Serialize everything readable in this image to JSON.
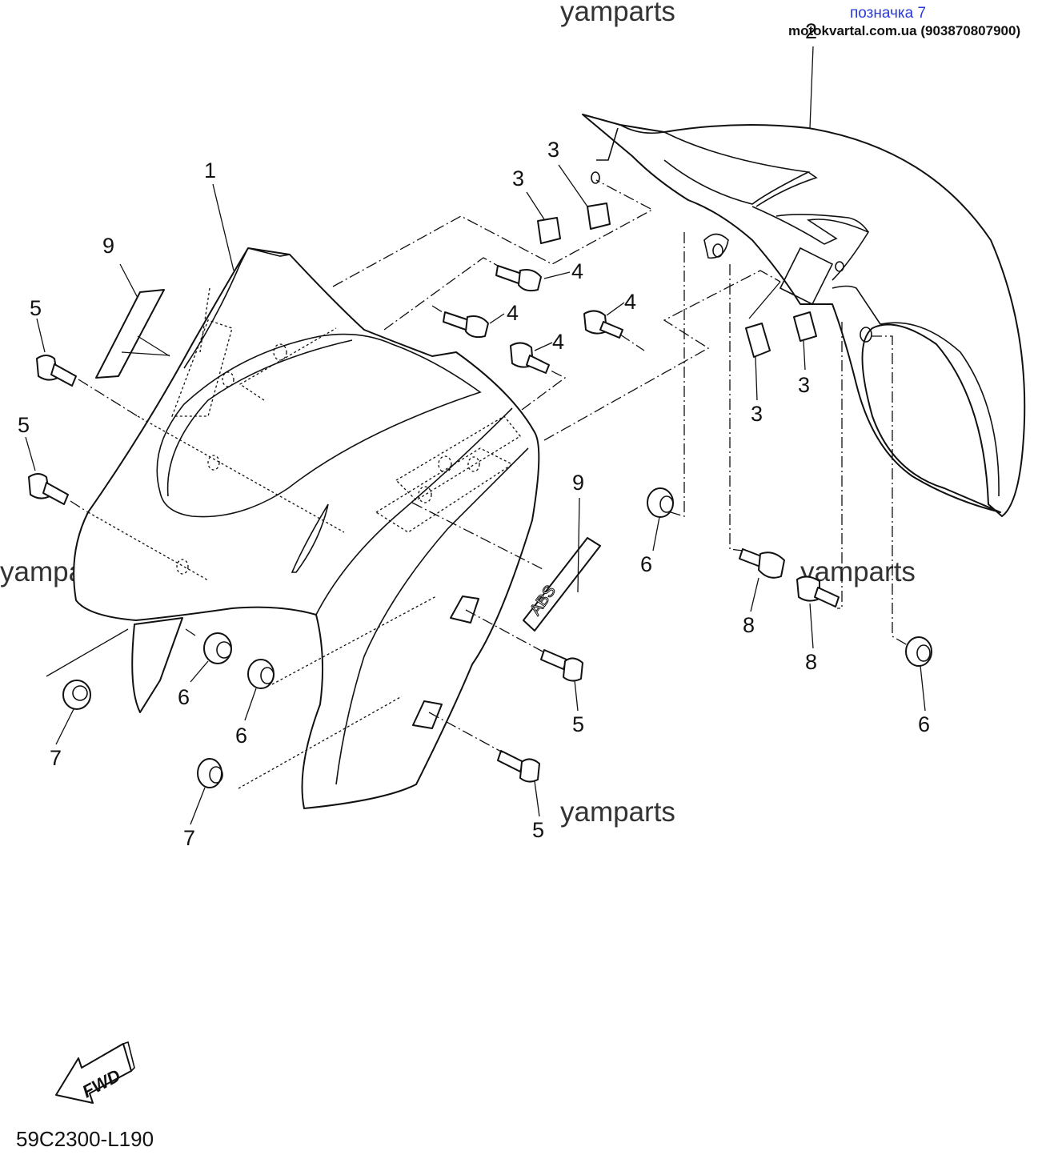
{
  "header": {
    "label_blue": "позначка 7",
    "site_contact": "motokvartal.com.ua (903870807900)"
  },
  "watermark": "yamparts",
  "diagram_code": "59C2300-L190",
  "direction_arrow": "FWD",
  "emblem_text": "ABS",
  "callouts": {
    "n1": "1",
    "n2": "2",
    "n3a": "3",
    "n3b": "3",
    "n3c": "3",
    "n3d": "3",
    "n4a": "4",
    "n4b": "4",
    "n4c": "4",
    "n4d": "4",
    "n5a": "5",
    "n5b": "5",
    "n5c": "5",
    "n5d": "5",
    "n6a": "6",
    "n6b": "6",
    "n6c": "6",
    "n6d": "6",
    "n7a": "7",
    "n7b": "7",
    "n8a": "8",
    "n8b": "8",
    "n9a": "9",
    "n9b": "9"
  }
}
